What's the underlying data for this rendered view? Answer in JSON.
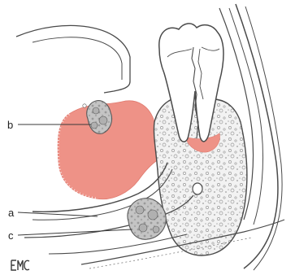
{
  "callouts": {
    "b": "b",
    "a": "a",
    "c": "c"
  },
  "logo": {
    "text": "EMC",
    "glyph": "emc-logo"
  },
  "colors": {
    "outline": "#4a4a4a",
    "inflammation": "#ee9287",
    "inflammation_light": "#f8c9c2",
    "tooth": "#ffffff",
    "bone_fill": "#f2f2f2",
    "bone_pore": "#c9c9c9",
    "stone": "#bdbdbd",
    "stone_dark": "#8c8c8c"
  }
}
